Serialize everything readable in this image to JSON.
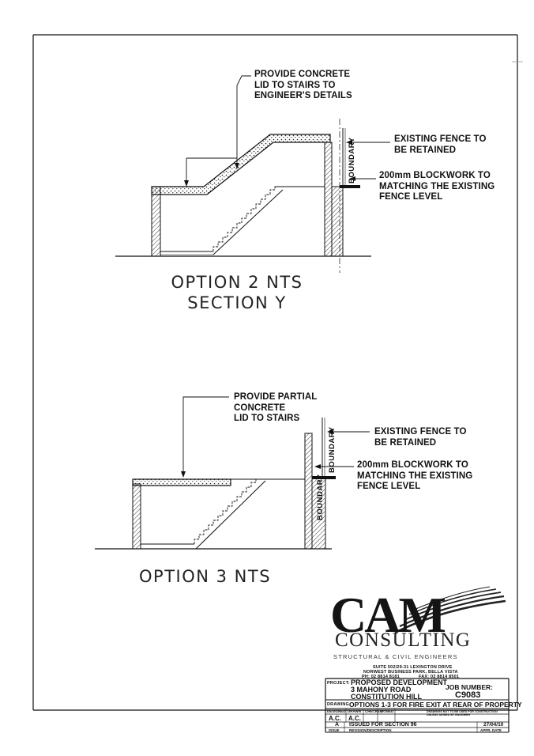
{
  "option2": {
    "note_lid": [
      "PROVIDE CONCRETE",
      "LID TO STAIRS TO",
      "ENGINEER'S DETAILS"
    ],
    "note_fence": [
      "EXISTING FENCE TO",
      "BE RETAINED"
    ],
    "note_block": [
      "200mm BLOCKWORK TO",
      "MATCHING THE EXISTING",
      "FENCE LEVEL"
    ],
    "boundary": "BOUNDARY",
    "caption_line1": "OPTION 2 NTS",
    "caption_line2": "SECTION Y"
  },
  "option3": {
    "note_lid": [
      "PROVIDE PARTIAL",
      "CONCRETE",
      "LID TO STAIRS"
    ],
    "note_fence": [
      "EXISTING FENCE TO",
      "BE RETAINED"
    ],
    "note_block": [
      "200mm BLOCKWORK TO",
      "MATCHING THE EXISTING",
      "FENCE LEVEL"
    ],
    "boundary_upper": "BOUNDARY",
    "boundary_lower": "BOUNDARY",
    "caption": "OPTION 3 NTS"
  },
  "logo": {
    "name": "CAM",
    "consulting": "CONSULTING",
    "tagline": "STRUCTURAL & CIVIL ENGINEERS"
  },
  "address": {
    "line1": "SUITE 502/29-31 LEXINGTON DRIVE",
    "line2": "NORWEST BUSINESS PARK, BELLA VISTA",
    "phone": "PH: 02 8814 8181",
    "fax": "FAX: 02 8814 8501"
  },
  "title_block": {
    "project_label": "PROJECT:",
    "project_lines": [
      "PROPOSED DEVELOPMENT",
      "3 MAHONY ROAD",
      "CONSTITUTION HILL"
    ],
    "job_label": "JOB NUMBER:",
    "job_number": "C9083",
    "drawing_label": "DRAWING:",
    "drawing_title": "OPTIONS 1-3 FOR FIRE EXIT AT REAR OF PROPERTY",
    "designed_label": "DESIGNED",
    "drawn_label": "DRAWN",
    "checked_label": "CHECKED",
    "signed_label": "SIGNED",
    "designed_by": "A.C.",
    "drawn_by": "A.C.",
    "disclaimer": "DRAWINGS NOT TO BE USED FOR CONSTRUCTION UNLESS SIGNED BY ENGINEER",
    "rev": "A",
    "rev_description": "ISSUED FOR SECTION 96",
    "rev_date": "27/04/10",
    "issue_label": "ISSUE",
    "revision_label": "REVISION/DESCRIPTION",
    "appr_label": "APPR. DATE"
  },
  "colors": {
    "ink": "#111111",
    "paper": "#ffffff"
  }
}
